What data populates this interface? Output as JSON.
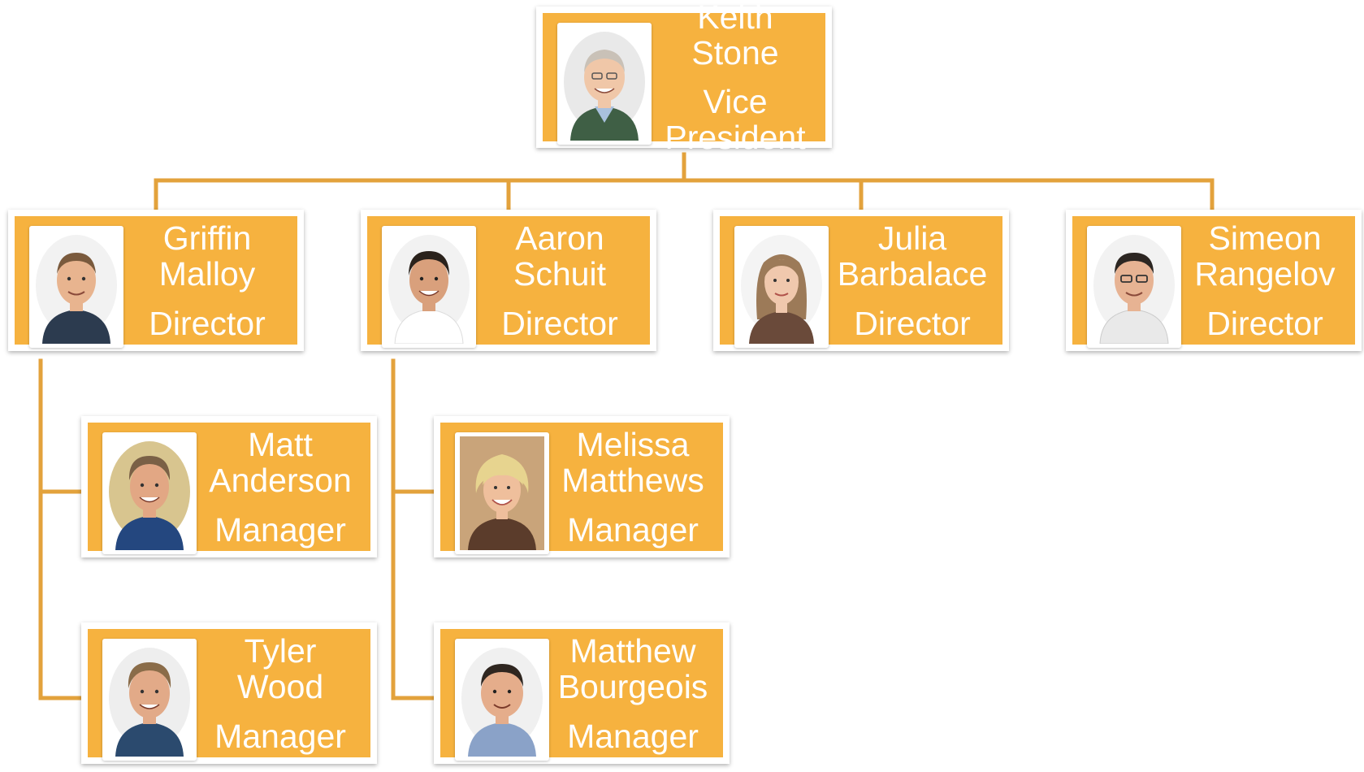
{
  "org_chart": {
    "people": [
      {
        "id": "keith",
        "name": "Keith Stone",
        "role": "Vice President",
        "avatar_icon": "avatar-photo",
        "colors": {
          "bg": "#e9e9e9",
          "skin": "#f0c7a8",
          "hair": "#c9c1b7",
          "shirt": "#3f5f45"
        }
      },
      {
        "id": "griffin",
        "name": "Griffin Malloy",
        "role": "Director",
        "avatar_icon": "avatar-photo",
        "colors": {
          "bg": "#f2f2f2",
          "skin": "#e8b48f",
          "hair": "#7a5a3d",
          "shirt": "#2c3b4f"
        }
      },
      {
        "id": "aaron",
        "name": "Aaron Schuit",
        "role": "Director",
        "avatar_icon": "avatar-photo",
        "colors": {
          "bg": "#f2f2f2",
          "skin": "#d9a07c",
          "hair": "#2a221c",
          "shirt": "#ffffff"
        }
      },
      {
        "id": "julia",
        "name": "Julia Barbalace",
        "role": "Director",
        "avatar_icon": "avatar-photo",
        "colors": {
          "bg": "#f4f4f4",
          "skin": "#f0c8ad",
          "hair": "#9c7a58",
          "shirt": "#6a4a3a"
        }
      },
      {
        "id": "simeon",
        "name": "Simeon Rangelov",
        "role": "Director",
        "avatar_icon": "avatar-photo",
        "colors": {
          "bg": "#f2f2f2",
          "skin": "#e7b393",
          "hair": "#2c2622",
          "shirt": "#e9e9e9"
        }
      },
      {
        "id": "matt",
        "name": "Matt Anderson",
        "role": "Manager",
        "avatar_icon": "avatar-photo",
        "colors": {
          "bg": "#d8c58f",
          "skin": "#e2a784",
          "hair": "#7a6046",
          "shirt": "#24477f"
        }
      },
      {
        "id": "melissa",
        "name": "Melissa Matthews",
        "role": "Manager",
        "avatar_icon": "avatar-photo",
        "colors": {
          "bg": "#c9a47a",
          "skin": "#efbf9c",
          "hair": "#e7d48f",
          "shirt": "#5b3c2b"
        }
      },
      {
        "id": "tyler",
        "name": "Tyler Wood",
        "role": "Manager",
        "avatar_icon": "avatar-photo",
        "colors": {
          "bg": "#eeeeee",
          "skin": "#e2aa88",
          "hair": "#8a6c49",
          "shirt": "#2b4a6e"
        }
      },
      {
        "id": "matthew",
        "name": "Matthew Bourgeois",
        "role": "Manager",
        "avatar_icon": "avatar-photo",
        "colors": {
          "bg": "#f0f0f0",
          "skin": "#e5ad8b",
          "hair": "#2f2620",
          "shirt": "#8aa2c8"
        }
      }
    ],
    "connector_color": "#e3a23c",
    "card_color": "#f6b23f"
  }
}
